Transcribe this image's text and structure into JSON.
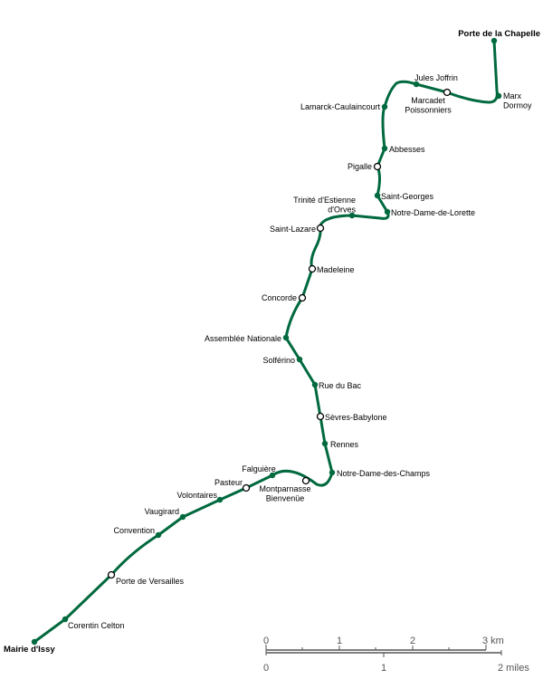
{
  "line_color": "#00693E",
  "stations": [
    {
      "name": [
        "Porte de la Chapelle"
      ],
      "type": "terminus"
    },
    {
      "name": [
        "Marx",
        "Dormoy"
      ],
      "type": "stop"
    },
    {
      "name": [
        "Marcadet",
        "Poissonniers"
      ],
      "type": "interchange"
    },
    {
      "name": [
        "Jules Joffrin"
      ],
      "type": "stop"
    },
    {
      "name": [
        "Lamarck-Caulaincourt"
      ],
      "type": "stop"
    },
    {
      "name": [
        "Abbesses"
      ],
      "type": "stop"
    },
    {
      "name": [
        "Pigalle"
      ],
      "type": "interchange"
    },
    {
      "name": [
        "Saint-Georges"
      ],
      "type": "stop"
    },
    {
      "name": [
        "Notre-Dame-de-Lorette"
      ],
      "type": "stop"
    },
    {
      "name": [
        "Trinité d'Estienne",
        "d'Orves"
      ],
      "type": "stop"
    },
    {
      "name": [
        "Saint-Lazare"
      ],
      "type": "interchange"
    },
    {
      "name": [
        "Madeleine"
      ],
      "type": "interchange"
    },
    {
      "name": [
        "Concorde"
      ],
      "type": "interchange"
    },
    {
      "name": [
        "Assemblée Nationale"
      ],
      "type": "stop"
    },
    {
      "name": [
        "Solférino"
      ],
      "type": "stop"
    },
    {
      "name": [
        "Rue du Bac"
      ],
      "type": "stop"
    },
    {
      "name": [
        "Sèvres-Babylone"
      ],
      "type": "interchange"
    },
    {
      "name": [
        "Rennes"
      ],
      "type": "stop"
    },
    {
      "name": [
        "Notre-Dame-des-Champs"
      ],
      "type": "stop"
    },
    {
      "name": [
        "Montparnasse",
        "Bienvenüe"
      ],
      "type": "interchange"
    },
    {
      "name": [
        "Falguière"
      ],
      "type": "stop"
    },
    {
      "name": [
        "Pasteur"
      ],
      "type": "interchange"
    },
    {
      "name": [
        "Volontaires"
      ],
      "type": "stop"
    },
    {
      "name": [
        "Vaugirard"
      ],
      "type": "stop"
    },
    {
      "name": [
        "Convention"
      ],
      "type": "stop"
    },
    {
      "name": [
        "Porte de Versailles"
      ],
      "type": "interchange"
    },
    {
      "name": [
        "Corentin Celton"
      ],
      "type": "stop"
    },
    {
      "name": [
        "Mairie d'Issy"
      ],
      "type": "terminus"
    }
  ],
  "scale_bar": {
    "km_ticks": [
      "0",
      "1",
      "2",
      "3 km"
    ],
    "mile_ticks": [
      "0",
      "1",
      "2 miles"
    ]
  }
}
